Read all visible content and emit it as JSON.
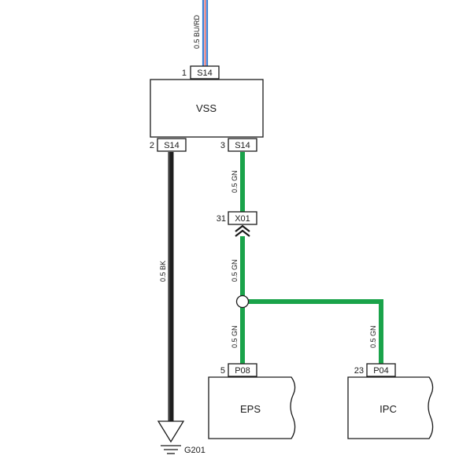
{
  "colors": {
    "wire_blue": "#3a7fd5",
    "wire_red": "#e04a4a",
    "wire_green": "#1aa34a",
    "wire_black": "#1e1e1e",
    "outline": "#1a1a1a"
  },
  "vss": {
    "name": "VSS",
    "pin1": {
      "number": "1",
      "connector": "S14"
    },
    "pin2": {
      "number": "2",
      "connector": "S14"
    },
    "pin3": {
      "number": "3",
      "connector": "S14"
    }
  },
  "wires": {
    "top": "0.5 BU/RD",
    "ground": "0.5 BK",
    "gn_upper": "0.5 GN",
    "gn_middle": "0.5 GN",
    "gn_eps": "0.5 GN",
    "gn_ipc": "0.5 GN"
  },
  "inline_connector": {
    "number": "31",
    "connector": "X01"
  },
  "eps": {
    "name": "EPS",
    "pin": {
      "number": "5",
      "connector": "P08"
    }
  },
  "ipc": {
    "name": "IPC",
    "pin": {
      "number": "23",
      "connector": "P04"
    }
  },
  "ground": {
    "label": "G201"
  }
}
